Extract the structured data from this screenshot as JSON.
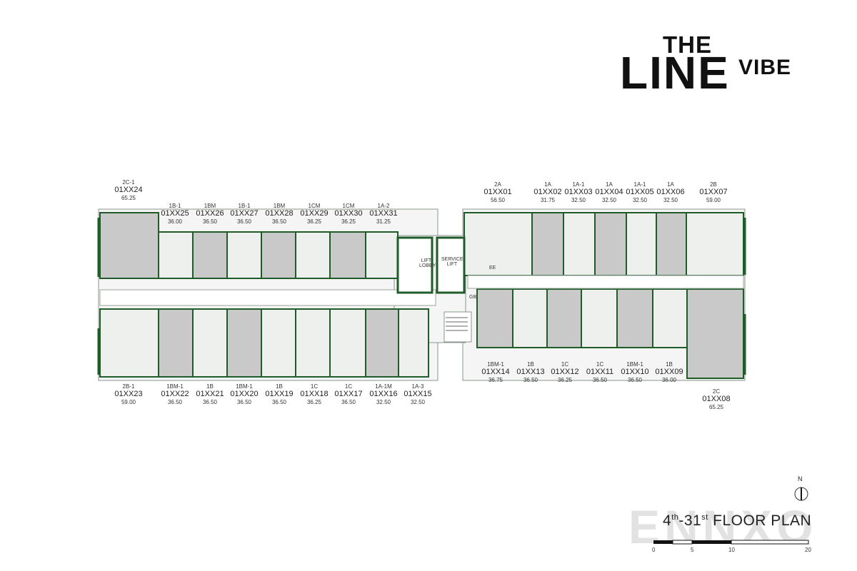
{
  "logo": {
    "the": "THE",
    "line": "LINE",
    "vibe": "VIBE"
  },
  "floor_plan_title": {
    "ord_start": "4",
    "sup_start": "th",
    "dash": "-",
    "ord_end": "31",
    "sup_end": "st",
    "rest": " FLOOR PLAN"
  },
  "watermark": "ENNXO",
  "north_label": "N",
  "scale_ticks": [
    "0",
    "5",
    "10",
    "20"
  ],
  "labels": {
    "lift_lobby": "LIFT LOBBY",
    "service_lift": "SERVICE LIFT",
    "ee": "EE",
    "gb": "GB"
  },
  "units_top_left": [
    {
      "type": "2C-1",
      "no": "01XX24",
      "area": "65.25"
    },
    {
      "type": "1B-1",
      "no": "01XX25",
      "area": "36.00"
    },
    {
      "type": "1BM",
      "no": "01XX26",
      "area": "36.50"
    },
    {
      "type": "1B-1",
      "no": "01XX27",
      "area": "36.50"
    },
    {
      "type": "1BM",
      "no": "01XX28",
      "area": "36.50"
    },
    {
      "type": "1CM",
      "no": "01XX29",
      "area": "36.25"
    },
    {
      "type": "1CM",
      "no": "01XX30",
      "area": "36.25"
    },
    {
      "type": "1A-2",
      "no": "01XX31",
      "area": "31.25"
    }
  ],
  "units_top_right": [
    {
      "type": "2A",
      "no": "01XX01",
      "area": "56.50"
    },
    {
      "type": "1A",
      "no": "01XX02",
      "area": "31.75"
    },
    {
      "type": "1A-1",
      "no": "01XX03",
      "area": "32.50"
    },
    {
      "type": "1A",
      "no": "01XX04",
      "area": "32.50"
    },
    {
      "type": "1A-1",
      "no": "01XX05",
      "area": "32.50"
    },
    {
      "type": "1A",
      "no": "01XX06",
      "area": "32.50"
    },
    {
      "type": "2B",
      "no": "01XX07",
      "area": "59.00"
    }
  ],
  "units_bottom_left": [
    {
      "type": "2B-1",
      "no": "01XX23",
      "area": "59.00"
    },
    {
      "type": "1BM-1",
      "no": "01XX22",
      "area": "36.50"
    },
    {
      "type": "1B",
      "no": "01XX21",
      "area": "36.50"
    },
    {
      "type": "1BM-1",
      "no": "01XX20",
      "area": "36.50"
    },
    {
      "type": "1B",
      "no": "01XX19",
      "area": "36.50"
    },
    {
      "type": "1C",
      "no": "01XX18",
      "area": "36.25"
    },
    {
      "type": "1C",
      "no": "01XX17",
      "area": "36.50"
    },
    {
      "type": "1A-1M",
      "no": "01XX16",
      "area": "32.50"
    },
    {
      "type": "1A-3",
      "no": "01XX15",
      "area": "32.50"
    }
  ],
  "units_bottom_right": [
    {
      "type": "1BM-1",
      "no": "01XX14",
      "area": "36.75"
    },
    {
      "type": "1B",
      "no": "01XX13",
      "area": "36.50"
    },
    {
      "type": "1C",
      "no": "01XX12",
      "area": "36.25"
    },
    {
      "type": "1C",
      "no": "01XX11",
      "area": "36.50"
    },
    {
      "type": "1BM-1",
      "no": "01XX10",
      "area": "36.50"
    },
    {
      "type": "1B",
      "no": "01XX09",
      "area": "36.00"
    },
    {
      "type": "2C",
      "no": "01XX08",
      "area": "65.25"
    }
  ],
  "colors": {
    "wall": "#1f5c2a",
    "fill_gray": "#c9c9c9",
    "fill_light": "#eef0ee",
    "line": "#9aa79c"
  }
}
